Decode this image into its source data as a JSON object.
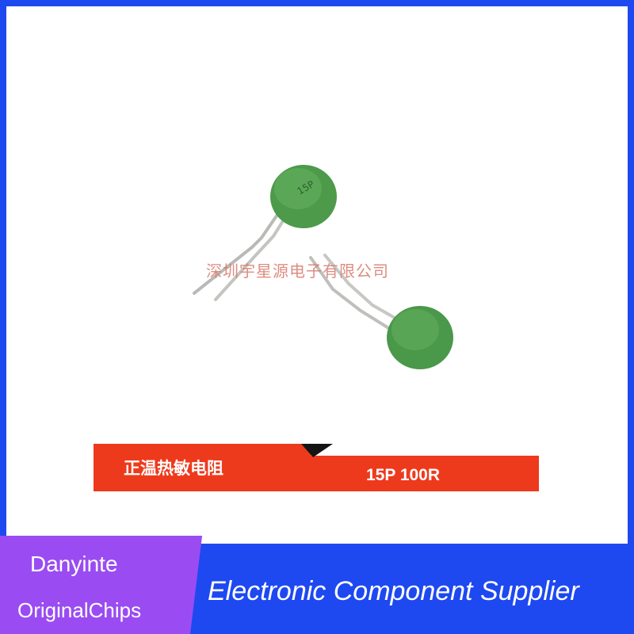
{
  "photo": {
    "watermark": "深圳宇星源电子有限公司",
    "component_marking": "15P"
  },
  "banner": {
    "left_text": "正温热敏电阻",
    "right_text": "15P 100R"
  },
  "brand": {
    "line1": "Danyinte",
    "line2": "OriginalChips"
  },
  "tagline": "Electronic Component Supplier",
  "colors": {
    "frame_blue": "#1e49f0",
    "brand_purple": "#9a4cf2",
    "banner_red": "#ee3a1c",
    "component_green": "#4e9d4c"
  }
}
